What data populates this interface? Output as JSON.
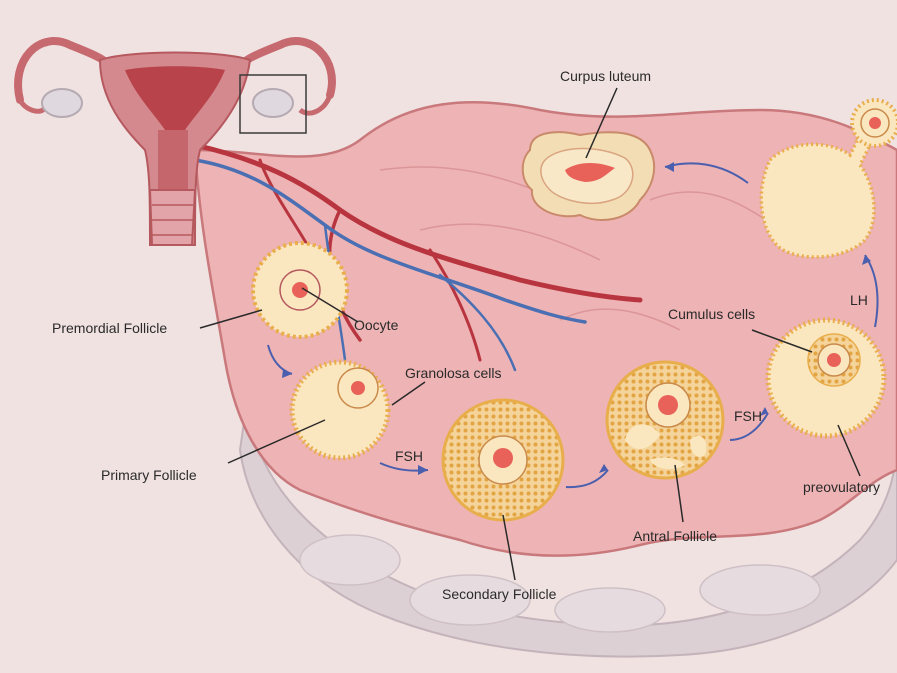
{
  "colors": {
    "background": "#f0e2e1",
    "ovary_fill": "#eeb3b4",
    "ovary_stroke": "#c9797c",
    "stroma_back": "#dcd0d4",
    "follicle_fill": "#fbe7bf",
    "granulosa": "#e9ae4c",
    "oocyte_nucleus": "#e8625a",
    "artery": "#b8353f",
    "vein": "#4a6fb3",
    "arrow": "#4a5fae"
  },
  "labels": {
    "corpus_luteum": "Curpus luteum",
    "premordial": "Premordial Follicle",
    "oocyte": "Oocyte",
    "granulosa": "Granolosa cells",
    "primary": "Primary Follicle",
    "fsh_1": "FSH",
    "secondary": "Secondary Follicle",
    "antral": "Antral Follicle",
    "fsh_2": "FSH",
    "cumulus": "Cumulus cells",
    "lh": "LH",
    "preovulatory": "preovulatory"
  }
}
